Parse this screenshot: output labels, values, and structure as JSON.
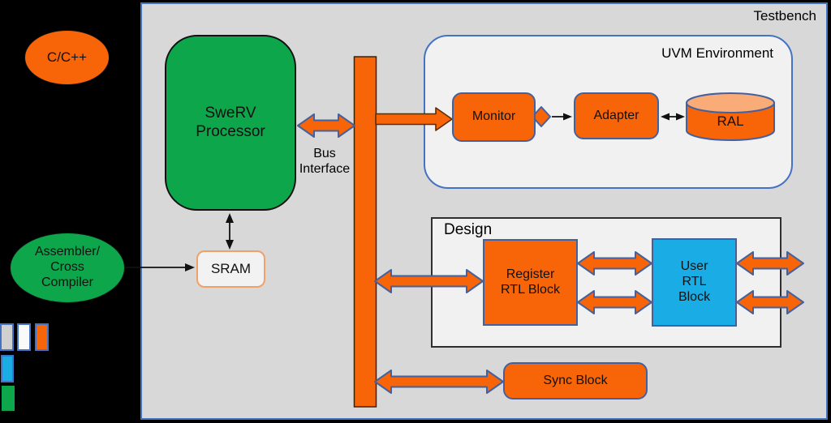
{
  "testbench": {
    "title": "Testbench"
  },
  "external": {
    "c_cpp": "C/C++",
    "assembler": "Assembler/\nCross\nCompiler"
  },
  "processor": {
    "name": "SweRV\nProcessor"
  },
  "sram": {
    "name": "SRAM"
  },
  "bus": {
    "label": "Bus\nInterface"
  },
  "uvm": {
    "title": "UVM Environment",
    "monitor": "Monitor",
    "adapter": "Adapter",
    "ral": "RAL"
  },
  "design": {
    "title": "Design",
    "register_block": "Register\nRTL Block",
    "user_block": "User\nRTL\nBlock"
  },
  "sync_block": "Sync Block",
  "colors": {
    "orange": "#f86408",
    "light_orange_cylinder_top": "#f9ab78",
    "green": "#0da64b",
    "cyan": "#1aace4",
    "arrow_outline_blue": "#44619e",
    "arrow_outline_dark": "#5a2d05",
    "testbench_bg": "#d8d8d8",
    "testbench_border": "#4472c4",
    "container_bg": "#f1f1f1",
    "design_border": "#2f2f2f",
    "sram_border": "#f0a169",
    "background": "#000000"
  },
  "legend": {
    "items": [
      {
        "name": "gray-swatch",
        "color": "#d0d0d0"
      },
      {
        "name": "white-swatch",
        "color": "#fafafa"
      },
      {
        "name": "orange-swatch",
        "color": "#f86408"
      },
      {
        "name": "cyan-swatch",
        "color": "#1aace4"
      },
      {
        "name": "green-swatch",
        "color": "#0da64b"
      }
    ]
  }
}
